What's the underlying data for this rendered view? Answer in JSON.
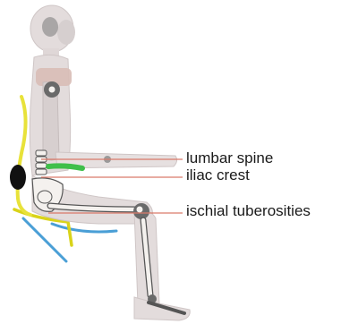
{
  "labels": {
    "lumbar_spine": "lumbar spine",
    "iliac_crest": "iliac crest",
    "ischial_tuberosities": "ischial tuberosities"
  },
  "colors": {
    "leader_line": "#d97a6a",
    "body_silhouette": "#e3dcdc",
    "body_outline": "#bfb6b6",
    "bone": "#f4f1ee",
    "bone_outline": "#555555",
    "joint_dark": "#6a6a6a",
    "chair_back": "#e8e23a",
    "chair_seat": "#d9d31a",
    "chair_legs_blue": "#4a9fd6",
    "iliac_highlight": "#3fbf4a",
    "lumbar_support": "#111111",
    "shoulder_band": "#d8bdb6",
    "label_text": "#1a1a1a"
  }
}
